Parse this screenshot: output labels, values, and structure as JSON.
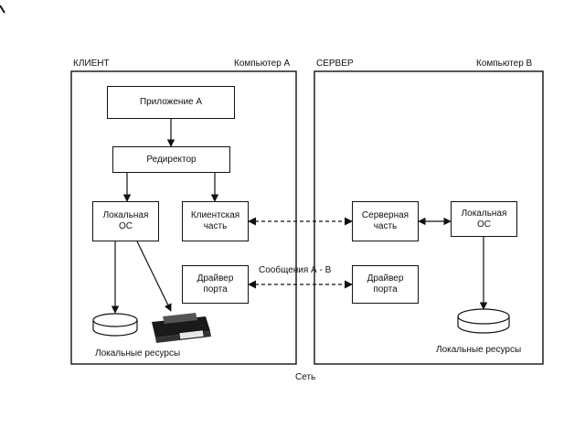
{
  "client": {
    "title": "КЛИЕНТ",
    "computer": "Компьютер А",
    "app_box": "Приложение А",
    "redirector_box": "Редиректор",
    "local_os_box": [
      "Локальная",
      "ОС"
    ],
    "client_part_box": [
      "Клиентская",
      "часть"
    ],
    "port_driver_box": [
      "Драйвер",
      "порта"
    ],
    "resources": "Локальные ресурсы"
  },
  "server": {
    "title": "СЕРВЕР",
    "computer": "Компьютер В",
    "server_part_box": [
      "Серверная",
      "часть"
    ],
    "local_os_box": [
      "Локальная",
      "ОС"
    ],
    "port_driver_box": [
      "Драйвер",
      "порта"
    ],
    "resources": "Локальные ресурсы"
  },
  "messages_label": "Сообщения А - В",
  "network_label": "Сеть"
}
